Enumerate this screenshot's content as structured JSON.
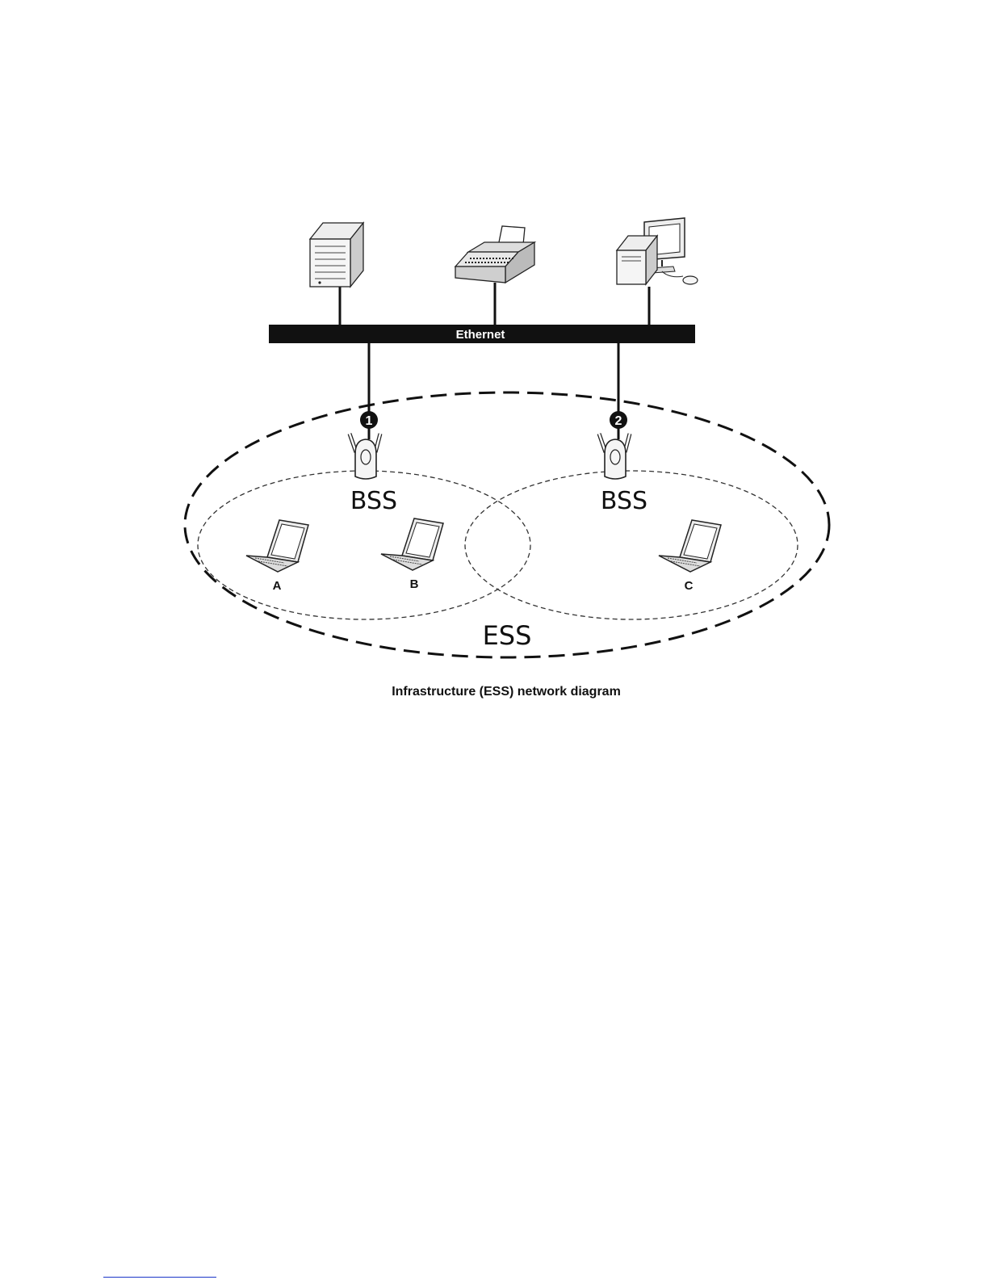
{
  "network": {
    "ethernet_label": "Ethernet",
    "ap1_number": "1",
    "ap2_number": "2",
    "bss1_label": "BSS",
    "bss2_label": "BSS",
    "ess_label": "ESS",
    "client_a": "A",
    "client_b": "B",
    "client_c": "C"
  },
  "caption": "Infrastructure (ESS) network diagram",
  "icons": [
    "server-icon",
    "printer-icon",
    "desktop-computer-icon",
    "access-point-icon",
    "laptop-icon"
  ],
  "colors": {
    "ink": "#111111",
    "bus": "#111111",
    "footer_rule": "#1a35c8"
  }
}
